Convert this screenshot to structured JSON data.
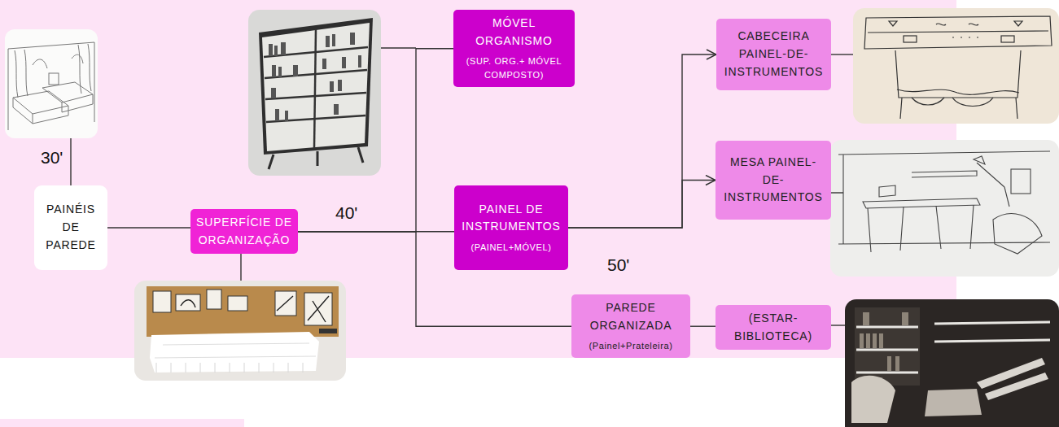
{
  "diagram": {
    "nodes": [
      {
        "text": [
          "PAINÉIS DE PAREDE"
        ]
      },
      {
        "text": [
          "SUPERFÍCIE DE ORGANIZAÇÃO"
        ]
      },
      {
        "text": [
          "MÓVEL ORGANISMO",
          "(SUP. ORG.+ MÓVEL COMPOSTO)"
        ]
      },
      {
        "text": [
          "PAINEL DE INSTRUMENTOS",
          "(PAINEL+MÓVEL)"
        ]
      },
      {
        "text": [
          "PAREDE ORGANIZADA",
          "(Painel+Prateleira)"
        ]
      },
      {
        "text": [
          "CABECEIRA PAINEL-DE-INSTRUMENTOS"
        ]
      },
      {
        "text": [
          "MESA PAINEL-DE-INSTRUMENTOS"
        ]
      },
      {
        "text": [
          "(ESTAR-BIBLIOTECA)"
        ]
      }
    ],
    "edges": [
      {
        "from": 0,
        "to": 1,
        "arrow": "none"
      },
      {
        "from": 1,
        "to": 2,
        "arrow": "none"
      },
      {
        "from": 1,
        "to": 3,
        "arrow": "none"
      },
      {
        "from": 1,
        "to": 4,
        "arrow": "none"
      },
      {
        "from": 3,
        "to": 5,
        "arrow": "to"
      },
      {
        "from": 3,
        "to": 6,
        "arrow": "to"
      },
      {
        "from": 4,
        "to": 7,
        "arrow": "none"
      }
    ],
    "labels": [
      "30'",
      "40'",
      "50'"
    ]
  }
}
